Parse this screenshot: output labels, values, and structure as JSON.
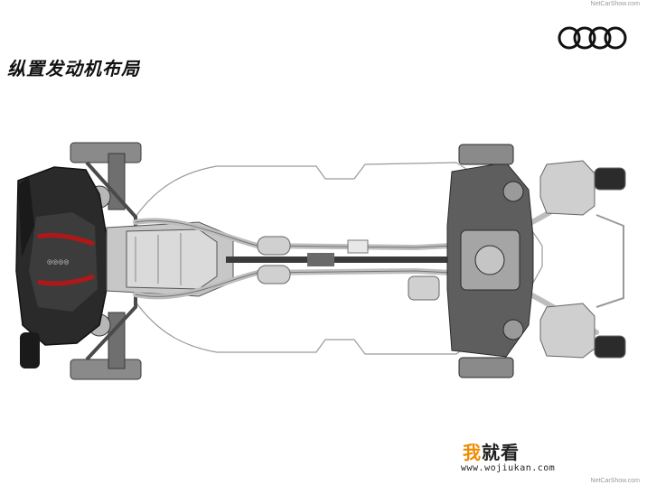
{
  "watermark_top": "NetCarShow.com",
  "watermark_bottom": "NetCarShow.com",
  "title": "纵置发动机布局",
  "brand_logo_icon": "audi-four-rings-icon",
  "site": {
    "name_first": "我",
    "name_rest": "就看",
    "url": "www.wojiukan.com"
  }
}
